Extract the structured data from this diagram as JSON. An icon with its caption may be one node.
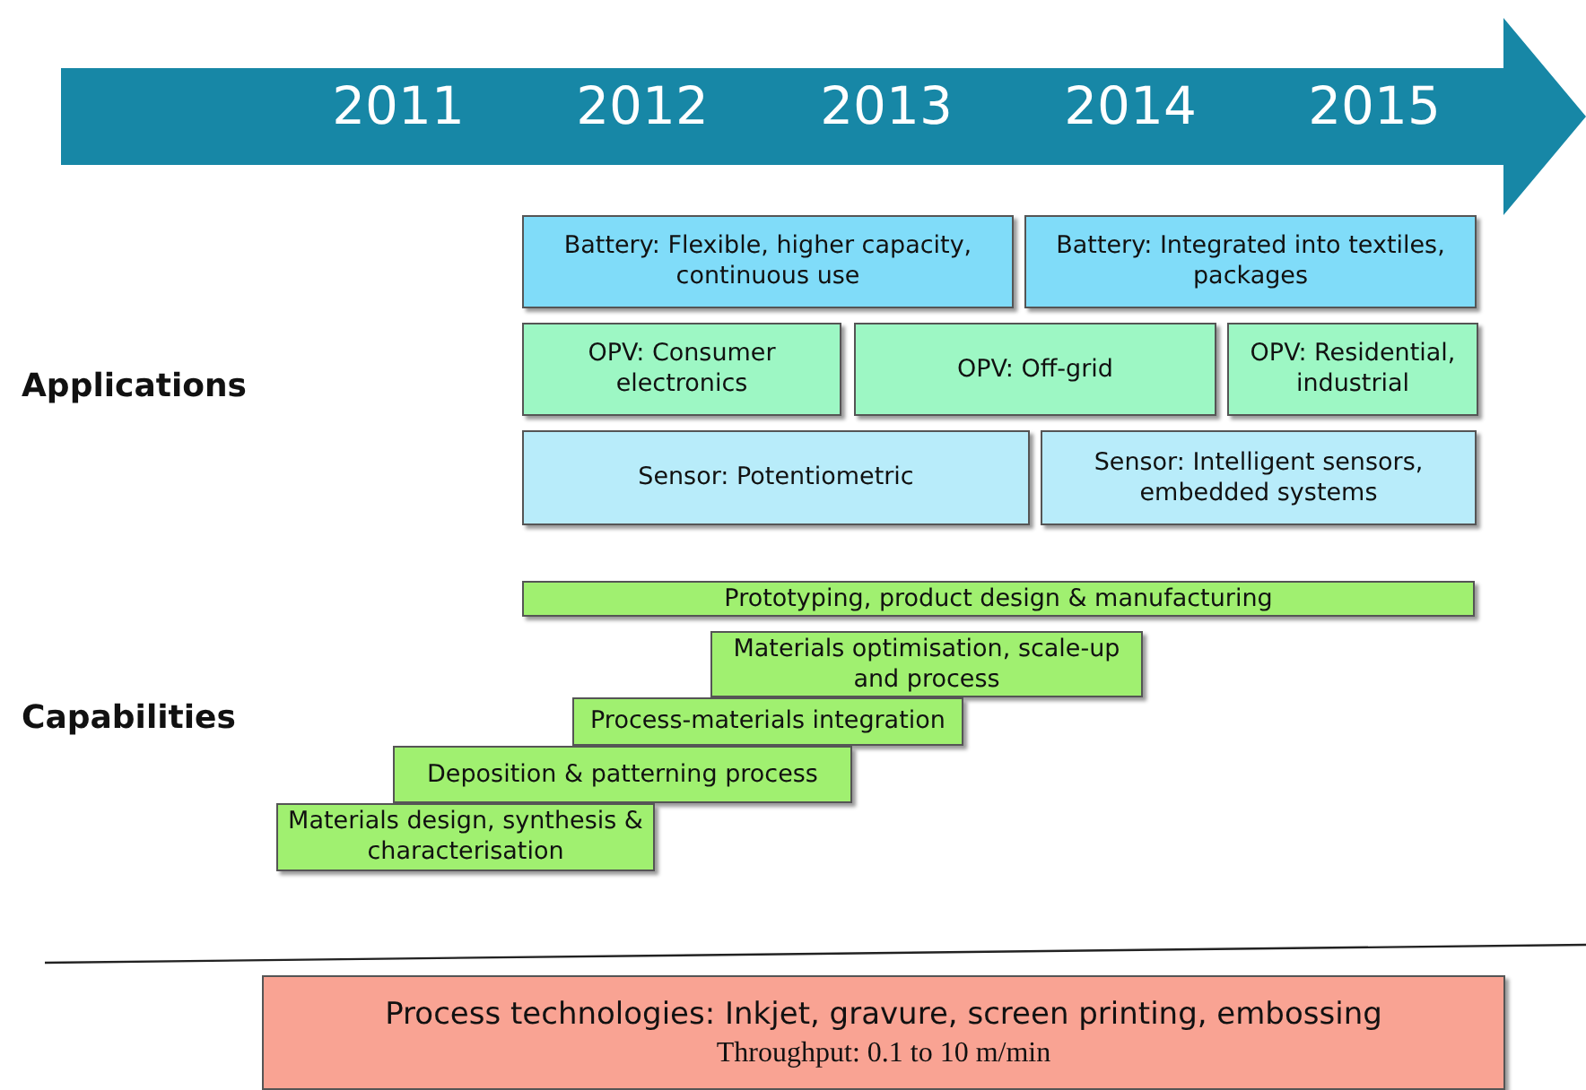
{
  "diagram": {
    "nodes": [
      {
        "text": [
          "2011",
          "2012",
          "2013",
          "2014",
          "2015"
        ]
      },
      {
        "text": [
          "Battery: Flexible, higher capacity, continuous use"
        ]
      },
      {
        "text": [
          "Battery: Integrated into textiles, packages"
        ]
      },
      {
        "text": [
          "OPV: Consumer electronics"
        ]
      },
      {
        "text": [
          "OPV: Off-grid"
        ]
      },
      {
        "text": [
          "OPV: Residential, industrial"
        ]
      },
      {
        "text": [
          "Sensor: Potentiometric"
        ]
      },
      {
        "text": [
          "Sensor: Intelligent sensors, embedded systems"
        ]
      },
      {
        "text": [
          "Prototyping, product design & manufacturing"
        ]
      },
      {
        "text": [
          "Materials optimisation, scale-up and process"
        ]
      },
      {
        "text": [
          "Process-materials integration"
        ]
      },
      {
        "text": [
          "Deposition & patterning process"
        ]
      },
      {
        "text": [
          "Materials design, synthesis & characterisation"
        ]
      },
      {
        "text": [
          "Process technologies: Inkjet, gravure, screen printing, embossing",
          "Throughput: 0.1 to 10 m/min"
        ]
      }
    ],
    "edges": [],
    "labels": [
      "Applications",
      "Capabilities"
    ]
  }
}
